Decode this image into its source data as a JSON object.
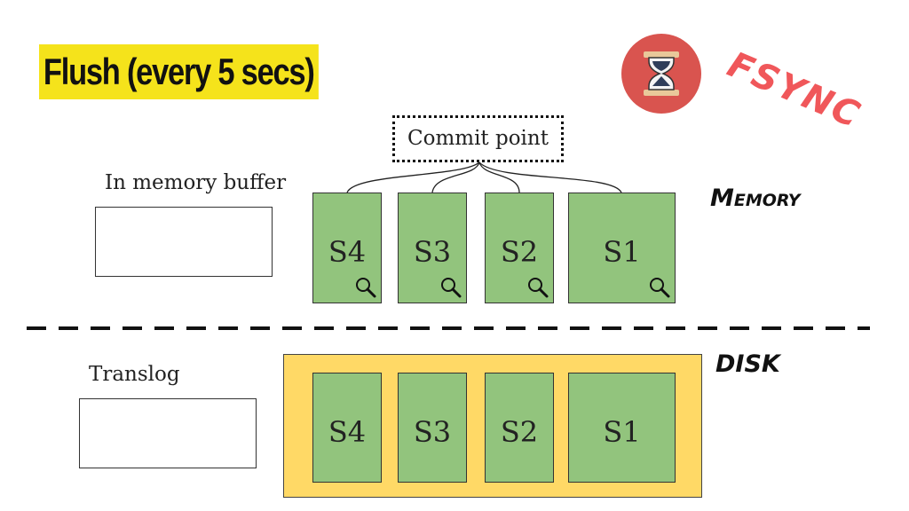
{
  "title": "Flush (every 5 secs)",
  "fsync_label": "FSYNC",
  "commit_point": "Commit point",
  "memory_label": "Memory",
  "disk_label": "DISK",
  "in_memory_buffer_label": "In memory buffer",
  "translog_label": "Translog",
  "memory_segments": [
    {
      "label": "S4"
    },
    {
      "label": "S3"
    },
    {
      "label": "S2"
    },
    {
      "label": "S1"
    }
  ],
  "disk_segments": [
    {
      "label": "S4"
    },
    {
      "label": "S3"
    },
    {
      "label": "S2"
    },
    {
      "label": "S1"
    }
  ],
  "colors": {
    "title_highlight": "#f5e31b",
    "segment_fill": "#92c47d",
    "disk_fill": "#ffd966",
    "fsync_red": "#f0575a",
    "hourglass_badge": "#d9544f"
  },
  "icons": {
    "badge": "hourglass-icon",
    "segment_search": "magnifier-icon"
  }
}
